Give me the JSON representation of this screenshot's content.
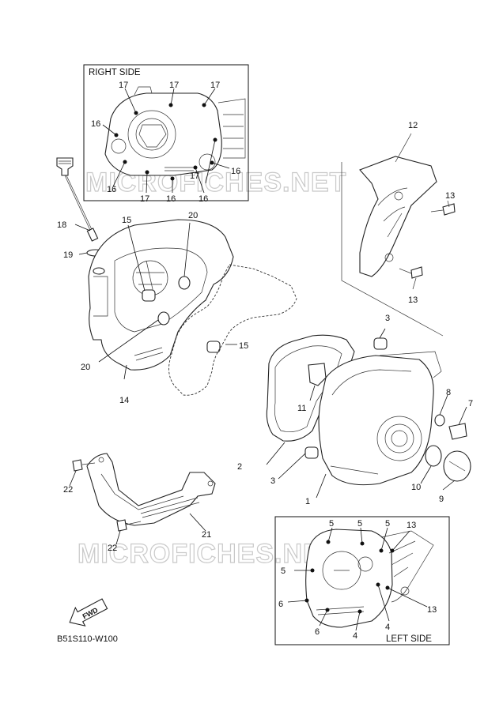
{
  "diagram": {
    "code": "B51S110-W100",
    "watermark": "MICROFICHES.NET",
    "fwd_label": "FWD"
  },
  "insets": {
    "right": {
      "title": "RIGHT SIDE",
      "callouts": [
        "17",
        "17",
        "17",
        "16",
        "16",
        "16",
        "17",
        "16",
        "17",
        "16"
      ]
    },
    "left": {
      "title": "LEFT SIDE",
      "callouts": [
        "5",
        "5",
        "5",
        "13",
        "5",
        "6",
        "6",
        "4",
        "4",
        "13"
      ]
    }
  },
  "callouts": [
    "1",
    "2",
    "3",
    "3",
    "7",
    "8",
    "9",
    "10",
    "11",
    "12",
    "13",
    "13",
    "14",
    "15",
    "15",
    "18",
    "19",
    "20",
    "20",
    "21",
    "22",
    "22"
  ]
}
